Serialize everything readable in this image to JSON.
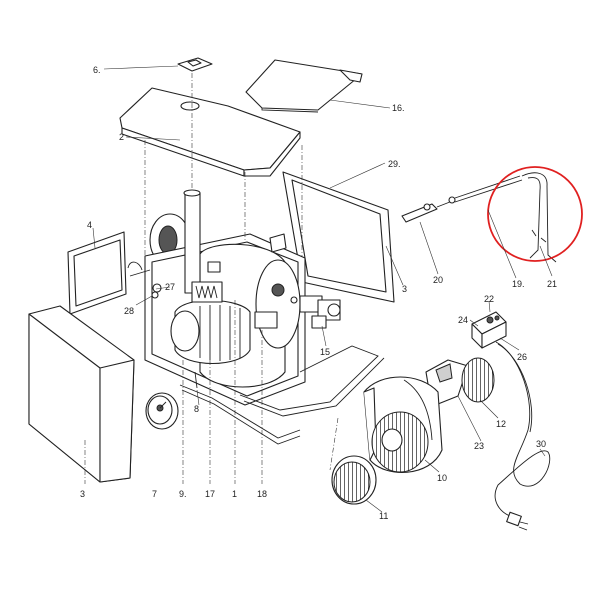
{
  "labels": {
    "p1": "1",
    "p2": "2",
    "p3a": "3",
    "p3b": "3",
    "p4": "4",
    "p6": "6.",
    "p7": "7",
    "p8": "8",
    "p9": "9.",
    "p10": "10",
    "p11": "11",
    "p12": "12",
    "p15": "15",
    "p16": "16.",
    "p17": "17",
    "p18": "18",
    "p19": "19.",
    "p20": "20",
    "p21": "21",
    "p22": "22",
    "p23": "23",
    "p24": "24",
    "p26": "26",
    "p27": "27",
    "p28": "28",
    "p29": "29.",
    "p30": "30"
  },
  "highlight": {
    "color": "#e02020",
    "target_part": "21"
  },
  "colors": {
    "line": "#222222",
    "background": "#ffffff"
  }
}
